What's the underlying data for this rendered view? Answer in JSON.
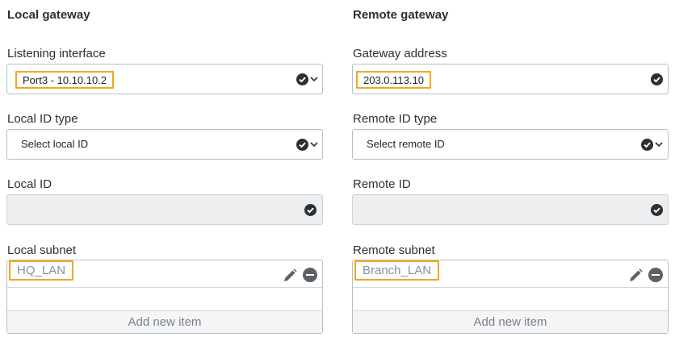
{
  "local": {
    "heading": "Local gateway",
    "listening_interface": {
      "label": "Listening interface",
      "value": "Port3 - 10.10.10.2"
    },
    "id_type": {
      "label": "Local ID type",
      "value": "Select local ID"
    },
    "id": {
      "label": "Local ID",
      "value": ""
    },
    "subnet": {
      "label": "Local subnet",
      "items": [
        "HQ_LAN"
      ],
      "add_label": "Add new item"
    }
  },
  "remote": {
    "heading": "Remote gateway",
    "gateway_address": {
      "label": "Gateway address",
      "value": "203.0.113.10"
    },
    "id_type": {
      "label": "Remote ID type",
      "value": "Select remote ID"
    },
    "id": {
      "label": "Remote ID",
      "value": ""
    },
    "subnet": {
      "label": "Remote subnet",
      "items": [
        "Branch_LAN"
      ],
      "add_label": "Add new item"
    }
  },
  "icons": {
    "valid": "check-circle-icon",
    "dropdown": "chevron-down-icon",
    "edit": "pencil-icon",
    "remove": "minus-circle-icon"
  },
  "colors": {
    "highlight": "#f0a820",
    "text": "#2b3035",
    "border": "#b9bec3",
    "disabled_bg": "#eceeef"
  }
}
